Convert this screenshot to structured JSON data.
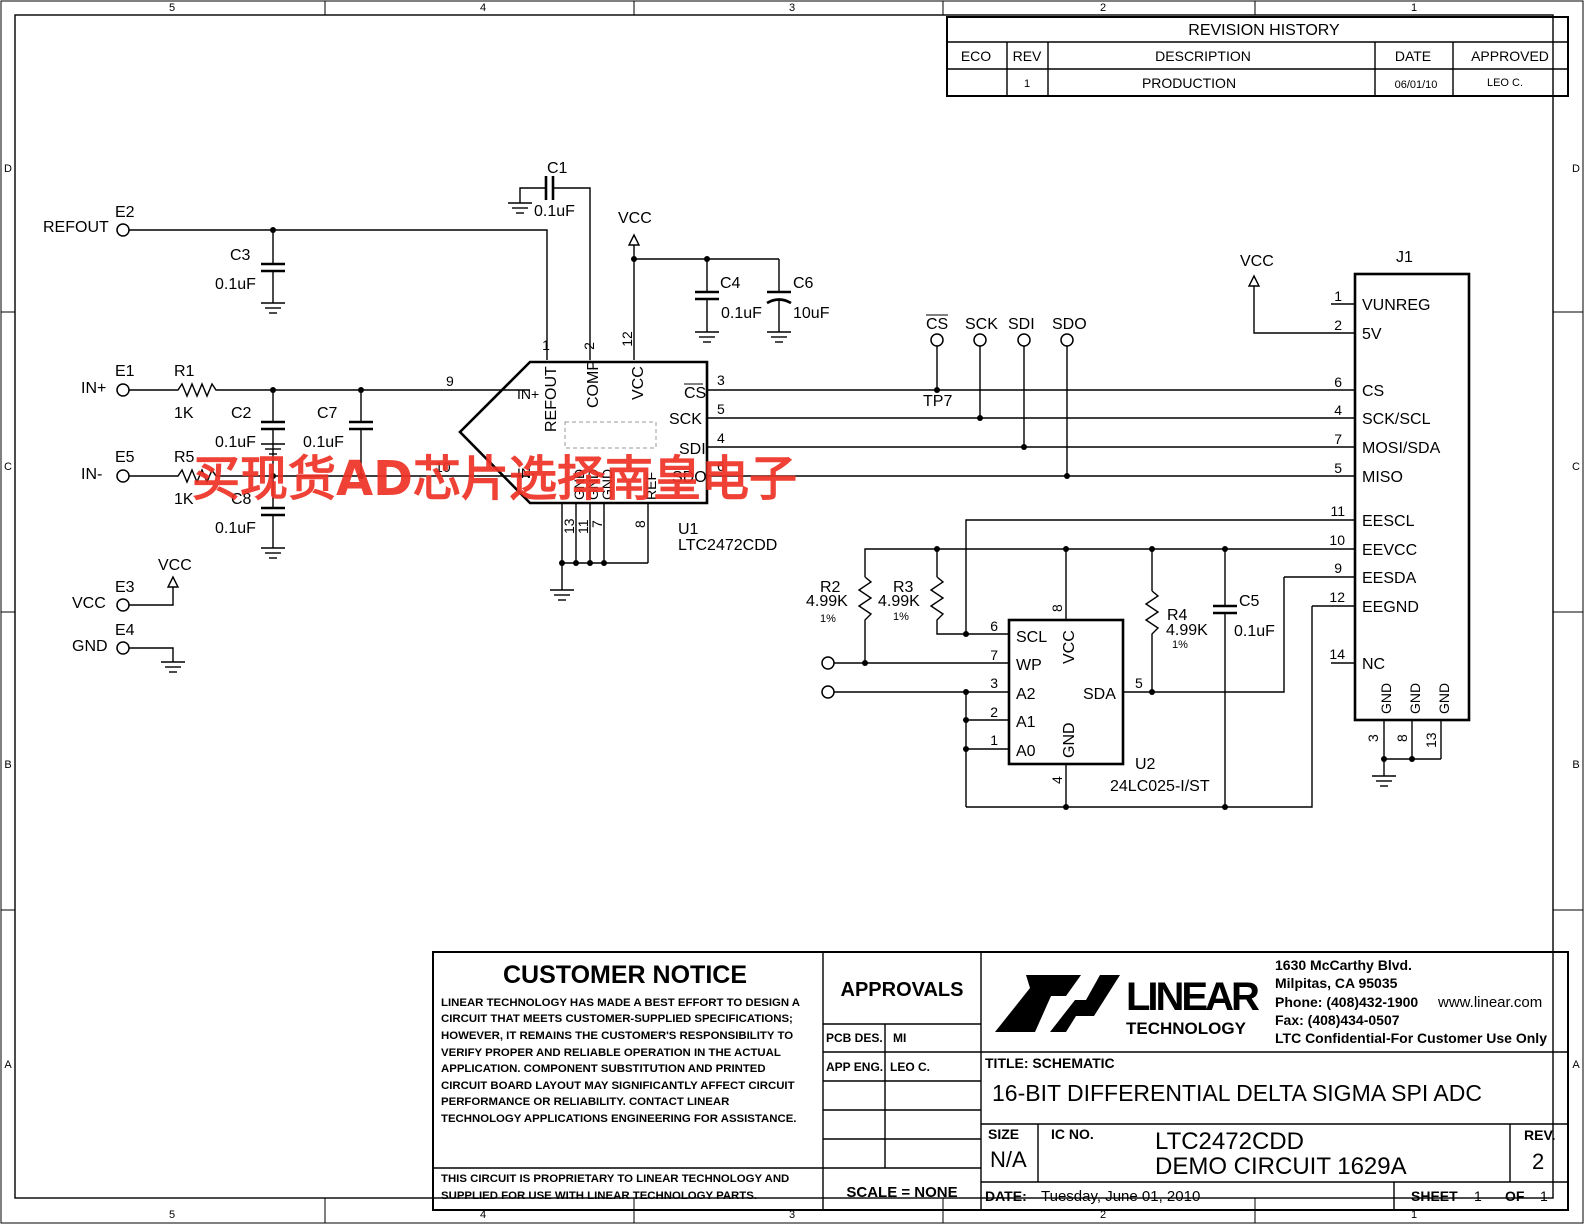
{
  "border": {
    "cols_top": [
      "5",
      "4",
      "3",
      "2",
      "1"
    ],
    "cols_bottom": [
      "5",
      "4",
      "3",
      "2",
      "1"
    ],
    "rows": [
      "D",
      "C",
      "B",
      "A"
    ]
  },
  "revision_history": {
    "title": "REVISION HISTORY",
    "headers": [
      "ECO",
      "REV",
      "DESCRIPTION",
      "DATE",
      "APPROVED"
    ],
    "row": [
      "",
      "1",
      "PRODUCTION",
      "06/01/10",
      "LEO C."
    ]
  },
  "schematic": {
    "refout_conn": {
      "name": "REFOUT",
      "ref": "E2"
    },
    "inp_conn": {
      "name": "IN+",
      "ref": "E1"
    },
    "inn_conn": {
      "name": "IN-",
      "ref": "E5"
    },
    "vcc_conn": {
      "name": "VCC",
      "ref": "E3"
    },
    "gnd_conn": {
      "name": "GND",
      "ref": "E4"
    },
    "vcc_label": "VCC",
    "r1": {
      "ref": "R1",
      "value": "1K"
    },
    "r5": {
      "ref": "R5",
      "value": "1K"
    },
    "c1": {
      "ref": "C1",
      "value": "0.1uF"
    },
    "c2": {
      "ref": "C2",
      "value": "0.1uF"
    },
    "c3": {
      "ref": "C3",
      "value": "0.1uF"
    },
    "c4": {
      "ref": "C4",
      "value": "0.1uF"
    },
    "c5": {
      "ref": "C5",
      "value": "0.1uF"
    },
    "c6": {
      "ref": "C6",
      "value": "10uF"
    },
    "c7": {
      "ref": "C7",
      "value": "0.1uF"
    },
    "c8": {
      "ref": "C8",
      "value": "0.1uF"
    },
    "r2": {
      "ref": "R2",
      "value": "4.99K",
      "tol": "1%"
    },
    "r3": {
      "ref": "R3",
      "value": "4.99K",
      "tol": "1%"
    },
    "r4": {
      "ref": "R4",
      "value": "4.99K",
      "tol": "1%"
    },
    "u1": {
      "ref": "U1",
      "part": "LTC2472CDD",
      "pins": {
        "refout": "REFOUT",
        "comp": "COMP",
        "vcc": "VCC",
        "inp": "IN+",
        "inn": "IN-",
        "gnd": "GND",
        "ref": "REF",
        "cs": "CS",
        "sck": "SCK",
        "sdi": "SDI",
        "sdo": "SDO"
      },
      "pin_numbers": {
        "p1": "1",
        "p2": "2",
        "p12": "12",
        "p9": "9",
        "p10": "10",
        "p3": "3",
        "p5": "5",
        "p4": "4",
        "p6": "6",
        "p13": "13",
        "p11": "11",
        "p7": "7",
        "p8": "8"
      }
    },
    "testpoints": {
      "cs": "CS",
      "sck": "SCK",
      "sdi": "SDI",
      "sdo": "SDO",
      "tp7": "TP7"
    },
    "u2": {
      "ref": "U2",
      "part": "24LC025-I/ST",
      "pins": {
        "scl": "SCL",
        "wp": "WP",
        "a2": "A2",
        "a1": "A1",
        "a0": "A0",
        "vcc": "VCC",
        "gnd": "GND",
        "sda": "SDA"
      },
      "pin_numbers": {
        "p6": "6",
        "p7": "7",
        "p3": "3",
        "p2": "2",
        "p1": "1",
        "p8": "8",
        "p4": "4",
        "p5": "5"
      }
    },
    "j1": {
      "ref": "J1",
      "pins": [
        {
          "num": "1",
          "name": "VUNREG"
        },
        {
          "num": "2",
          "name": "5V"
        },
        {
          "num": "6",
          "name": "CS"
        },
        {
          "num": "4",
          "name": "SCK/SCL"
        },
        {
          "num": "7",
          "name": "MOSI/SDA"
        },
        {
          "num": "5",
          "name": "MISO"
        },
        {
          "num": "11",
          "name": "EESCL"
        },
        {
          "num": "10",
          "name": "EEVCC"
        },
        {
          "num": "9",
          "name": "EESDA"
        },
        {
          "num": "12",
          "name": "EEGND"
        },
        {
          "num": "14",
          "name": "NC"
        }
      ],
      "gnd_pins": [
        {
          "num": "3",
          "name": "GND"
        },
        {
          "num": "8",
          "name": "GND"
        },
        {
          "num": "13",
          "name": "GND"
        }
      ]
    }
  },
  "watermark": "买现货AD芯片选择南皇电子",
  "customer_notice": {
    "title": "CUSTOMER NOTICE",
    "lines": [
      "LINEAR TECHNOLOGY HAS MADE A BEST EFFORT TO DESIGN A",
      "CIRCUIT THAT MEETS CUSTOMER-SUPPLIED SPECIFICATIONS;",
      "HOWEVER, IT REMAINS THE CUSTOMER'S RESPONSIBILITY TO",
      "VERIFY PROPER AND RELIABLE OPERATION IN THE ACTUAL",
      "APPLICATION.  COMPONENT SUBSTITUTION AND PRINTED",
      "CIRCUIT BOARD LAYOUT MAY SIGNIFICANTLY AFFECT CIRCUIT",
      "PERFORMANCE OR RELIABILITY.  CONTACT LINEAR",
      "TECHNOLOGY APPLICATIONS ENGINEERING FOR ASSISTANCE."
    ],
    "proprietary": [
      "THIS CIRCUIT IS PROPRIETARY TO LINEAR TECHNOLOGY AND",
      "SUPPLIED FOR USE WITH LINEAR TECHNOLOGY PARTS."
    ]
  },
  "approvals": {
    "title": "APPROVALS",
    "rows": [
      {
        "role": "PCB DES.",
        "name": "MI"
      },
      {
        "role": "APP ENG.",
        "name": "LEO C."
      }
    ],
    "scale": "SCALE = NONE"
  },
  "company": {
    "logo_text": "LINEAR",
    "logo_sub": "TECHNOLOGY",
    "address": "1630 McCarthy Blvd.",
    "city": "Milpitas, CA 95035",
    "phone": "Phone: (408)432-1900",
    "web": "www.linear.com",
    "fax": "Fax: (408)434-0507",
    "confidential": "LTC Confidential-For Customer Use Only"
  },
  "title_block": {
    "title_label": "TITLE: SCHEMATIC",
    "title": "16-BIT DIFFERENTIAL DELTA SIGMA SPI ADC",
    "size_label": "SIZE",
    "size": "N/A",
    "icno_label": "IC NO.",
    "ic_no": "LTC2472CDD",
    "demo": "DEMO CIRCUIT 1629A",
    "rev_label": "REV.",
    "rev": "2",
    "date_label": "DATE:",
    "date": "Tuesday, June 01, 2010",
    "sheet_label": "SHEET",
    "sheet": "1",
    "of_label": "OF",
    "of": "1"
  },
  "colors": {
    "watermark": "#ee3124",
    "ink": "#000000"
  }
}
